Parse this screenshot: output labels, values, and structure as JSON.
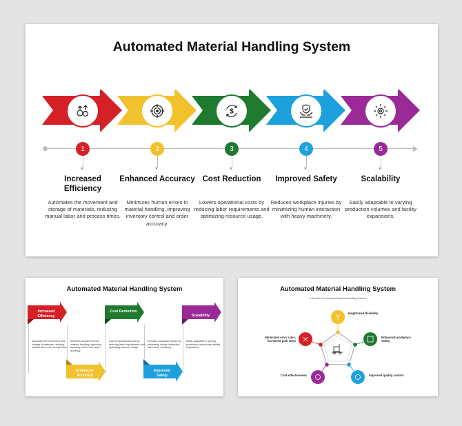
{
  "main": {
    "title": "Automated Material Handling System",
    "steps": [
      {
        "num": "1",
        "heading": "Increased Efficiency",
        "text": "Automates the movement and storage of materials, reducing manual labor and process times.",
        "color": "#d52027",
        "icon": "gears-icon"
      },
      {
        "num": "2",
        "heading": "Enhanced Accuracy",
        "text": "Minimizes human errors in material handling, improving inventory control and order accuracy.",
        "color": "#f2c12e",
        "icon": "target-icon"
      },
      {
        "num": "3",
        "heading": "Cost Reduction",
        "text": "Lowers operational costs by reducing labor requirements and optimizing resource usage.",
        "color": "#1e7a2e",
        "icon": "dollar-cycle-icon"
      },
      {
        "num": "4",
        "heading": "Improved Safety",
        "text": "Reduces workplace injuries by minimizing human interaction with heavy machinery.",
        "color": "#1da1dc",
        "icon": "shield-hands-icon"
      },
      {
        "num": "5",
        "heading": "Scalability",
        "text": "Easily adaptable to varying production volumes and facility expansions.",
        "color": "#9a2a97",
        "icon": "expand-gear-icon"
      }
    ]
  },
  "thumb_left": {
    "title": "Automated Material Handling System",
    "items": [
      {
        "label": "Increased Efficiency",
        "text": "Automates the movement and storage of materials, reducing manual labor and process times.",
        "color": "#d52027"
      },
      {
        "label": "Enhanced Accuracy",
        "text": "Minimizes human errors in material handling, improving inventory control and order accuracy.",
        "color": "#f2c12e"
      },
      {
        "label": "Cost Reduction",
        "text": "Lowers operational costs by reducing labor requirements and optimizing resource usage.",
        "color": "#1e7a2e"
      },
      {
        "label": "Improved Safety",
        "text": "Reduces workplace injuries by minimizing human interaction with heavy machinery.",
        "color": "#1da1dc"
      },
      {
        "label": "Scalability",
        "text": "Easily adaptable to varying production volumes and facility expansions.",
        "color": "#9a2a97"
      }
    ]
  },
  "thumb_right": {
    "title": "Automated Material Handling System",
    "subtitle": "5 Benefits Of Automated Material Handling Systems",
    "points": [
      {
        "label": "Heightened flexibility",
        "color": "#f2c12e"
      },
      {
        "label": "Enhanced workplace safety",
        "color": "#1e7a2e"
      },
      {
        "label": "Improved quality control",
        "color": "#1da1dc"
      },
      {
        "label": "Cost-effectiveness",
        "color": "#9a2a97"
      },
      {
        "label": "Minimized error rates, increased pick rates",
        "color": "#d52027"
      }
    ]
  }
}
